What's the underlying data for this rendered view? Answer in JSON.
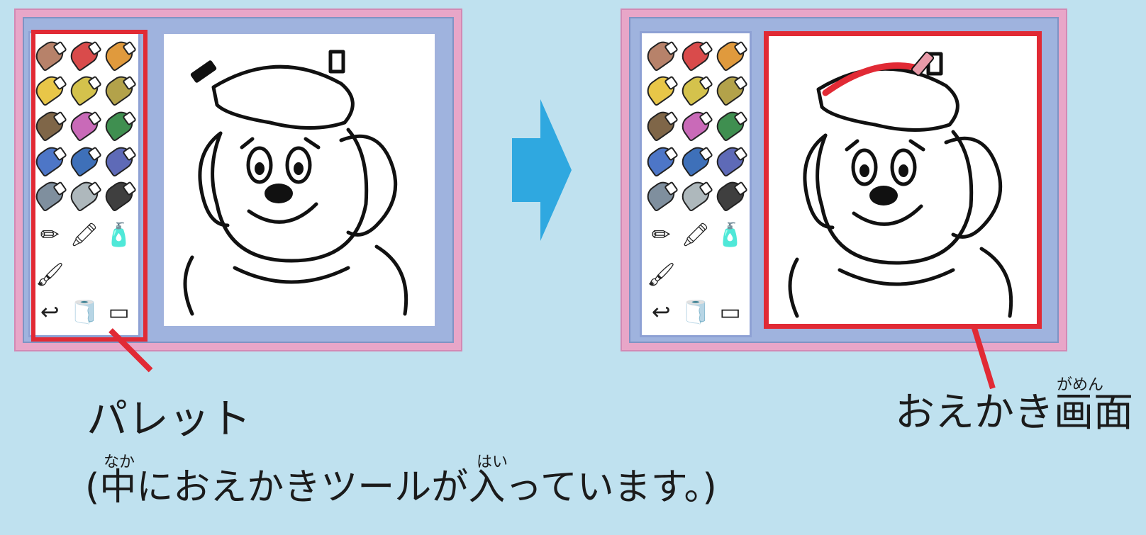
{
  "labels": {
    "palette": "パレット",
    "palette_note": "(中におえかきツールが入っています。)",
    "palette_note_ruby_naka": "なか",
    "palette_note_ruby_hai": "はい",
    "canvas": "おえかき画面",
    "canvas_ruby": "がめん"
  },
  "palette_colors": [
    "#b7826a",
    "#d94b4b",
    "#e09a3d",
    "#e8c648",
    "#d4c24c",
    "#b3a24a",
    "#7f6648",
    "#c96ab8",
    "#3f8f50",
    "#4d76c7",
    "#3e70b9",
    "#5e6ab7",
    "#7f8f9e",
    "#aeb8bc",
    "#3f3f3f"
  ],
  "icons": {
    "pencil": "✏",
    "crayon": "🖍",
    "spray": "🧴",
    "brush": "🖌",
    "undo": "↩",
    "roller": "🧻",
    "eraser": "▭"
  },
  "accent_color": "#e12a35",
  "arrow_color": "#2fa8e0"
}
